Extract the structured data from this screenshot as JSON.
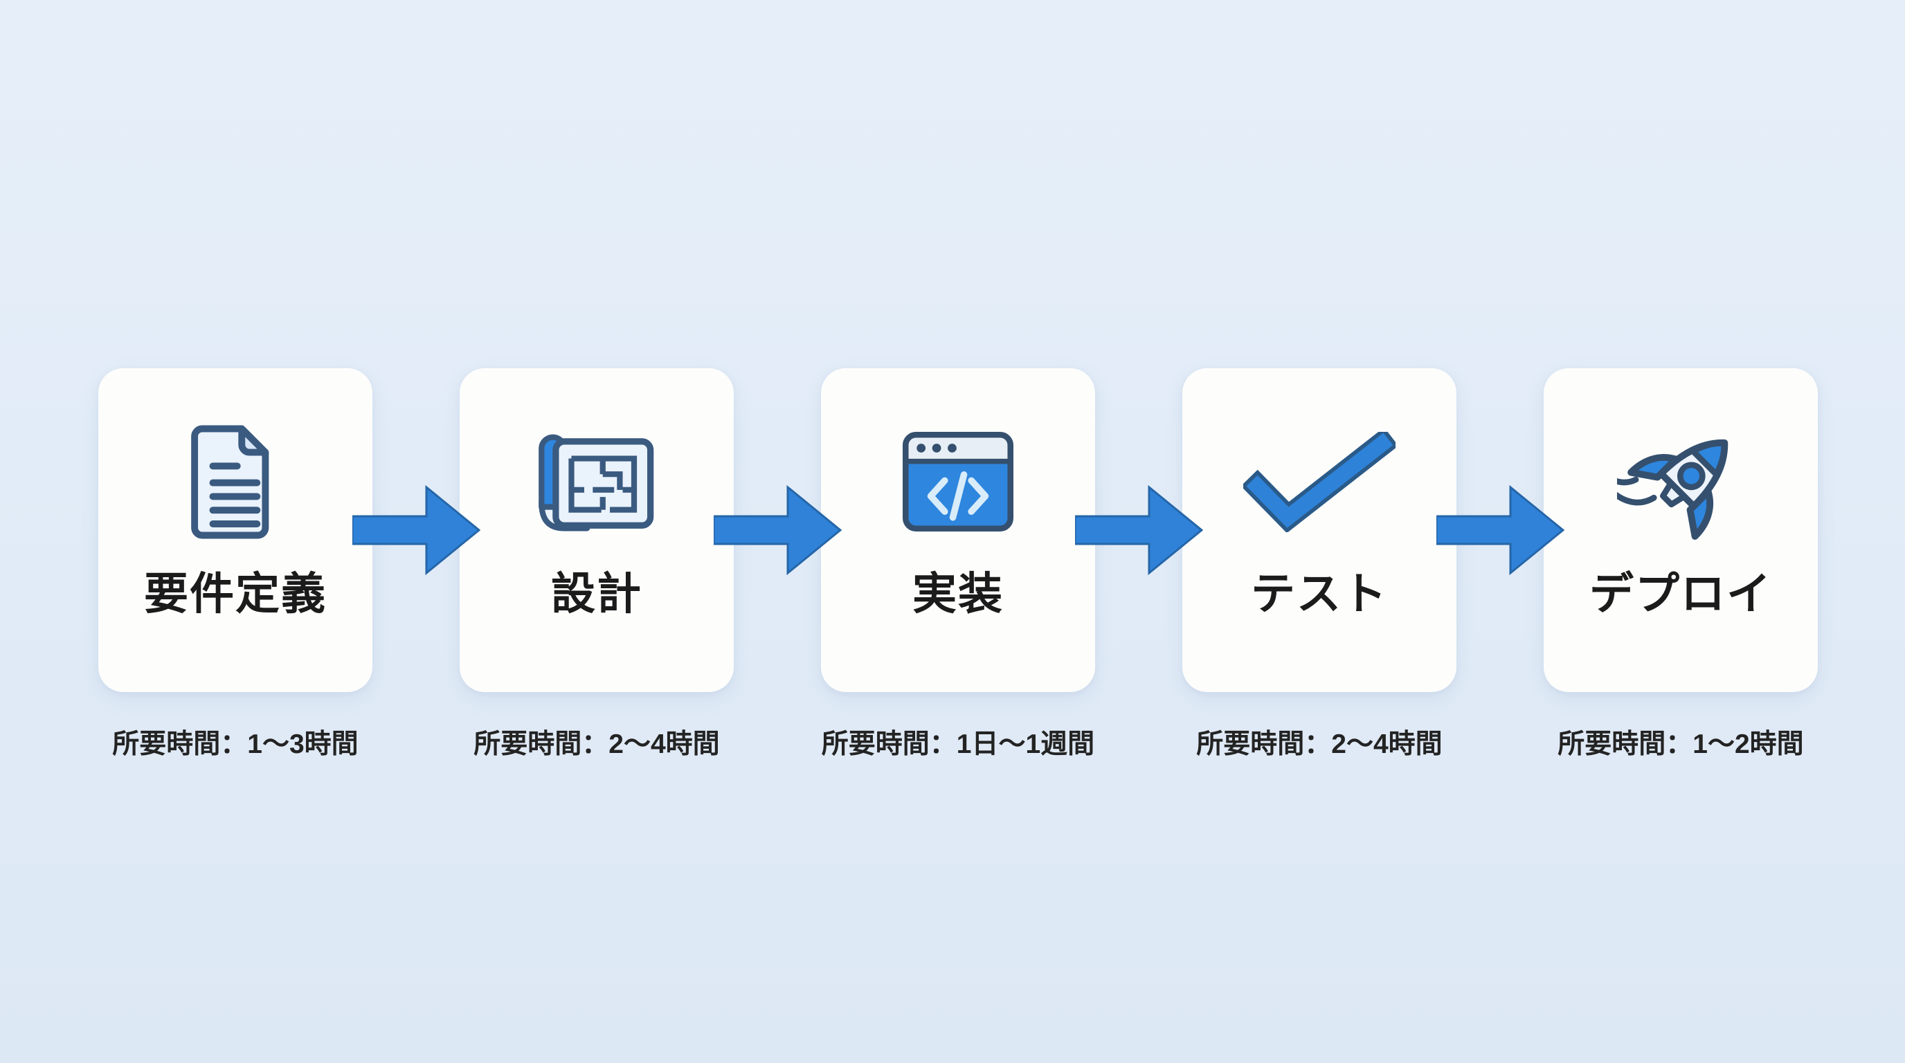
{
  "diagram": {
    "type": "horizontal-workflow",
    "language": "ja",
    "background_color": "#e1ebf7",
    "card_color": "#fdfdfc",
    "accent_blue": "#2e82d8",
    "icon_outline_color": "#35506e",
    "icon_light_fill": "#eaf2fb",
    "title_color": "#1b1b1b",
    "caption_color": "#232323"
  },
  "steps": [
    {
      "title": "要件定義",
      "duration": "所要時間：1〜3時間",
      "icon": "document-icon"
    },
    {
      "title": "設計",
      "duration": "所要時間：2〜4時間",
      "icon": "blueprint-icon"
    },
    {
      "title": "実装",
      "duration": "所要時間：1日〜1週間",
      "icon": "code-window-icon"
    },
    {
      "title": "テスト",
      "duration": "所要時間：2〜4時間",
      "icon": "checkmark-icon"
    },
    {
      "title": "デプロイ",
      "duration": "所要時間：1〜2時間",
      "icon": "rocket-icon"
    }
  ],
  "connectors": [
    {
      "icon": "arrow-right-icon",
      "color": "#2f82d8"
    },
    {
      "icon": "arrow-right-icon",
      "color": "#2f82d8"
    },
    {
      "icon": "arrow-right-icon",
      "color": "#2f82d8"
    },
    {
      "icon": "arrow-right-icon",
      "color": "#2f82d8"
    }
  ]
}
